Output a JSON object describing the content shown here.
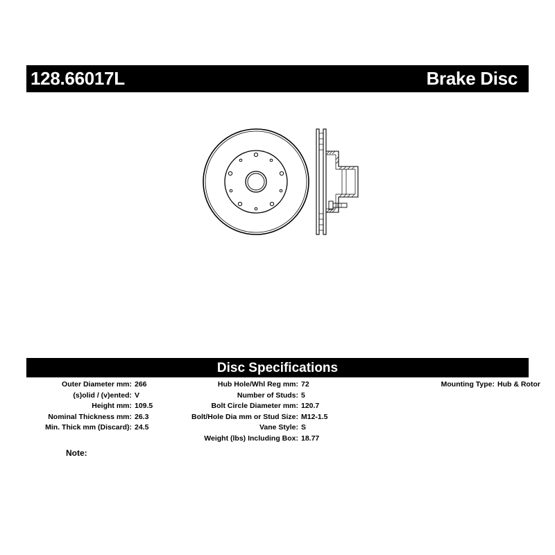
{
  "header": {
    "part_number": "128.66017L",
    "product_type": "Brake Disc"
  },
  "specs_title": "Disc Specifications",
  "specs": {
    "col1": [
      {
        "label": "Outer Diameter mm:",
        "value": "266"
      },
      {
        "label": "(s)olid / (v)ented:",
        "value": "V"
      },
      {
        "label": "Height mm:",
        "value": "109.5"
      },
      {
        "label": "Nominal Thickness mm:",
        "value": "26.3"
      },
      {
        "label": "Min. Thick mm (Discard):",
        "value": "24.5"
      }
    ],
    "col2": [
      {
        "label": "Hub Hole/Whl Reg mm:",
        "value": "72"
      },
      {
        "label": "Number of Studs:",
        "value": "5"
      },
      {
        "label": "Bolt Circle Diameter mm:",
        "value": "120.7"
      },
      {
        "label": "Bolt/Hole Dia mm or Stud Size:",
        "value": "M12-1.5"
      },
      {
        "label": "Vane Style:",
        "value": "S"
      },
      {
        "label": "Weight (lbs) Including Box:",
        "value": "18.77"
      }
    ],
    "col3": [
      {
        "label": "Mounting Type:",
        "value": "Hub & Rotor"
      }
    ]
  },
  "note_label": "Note:"
}
